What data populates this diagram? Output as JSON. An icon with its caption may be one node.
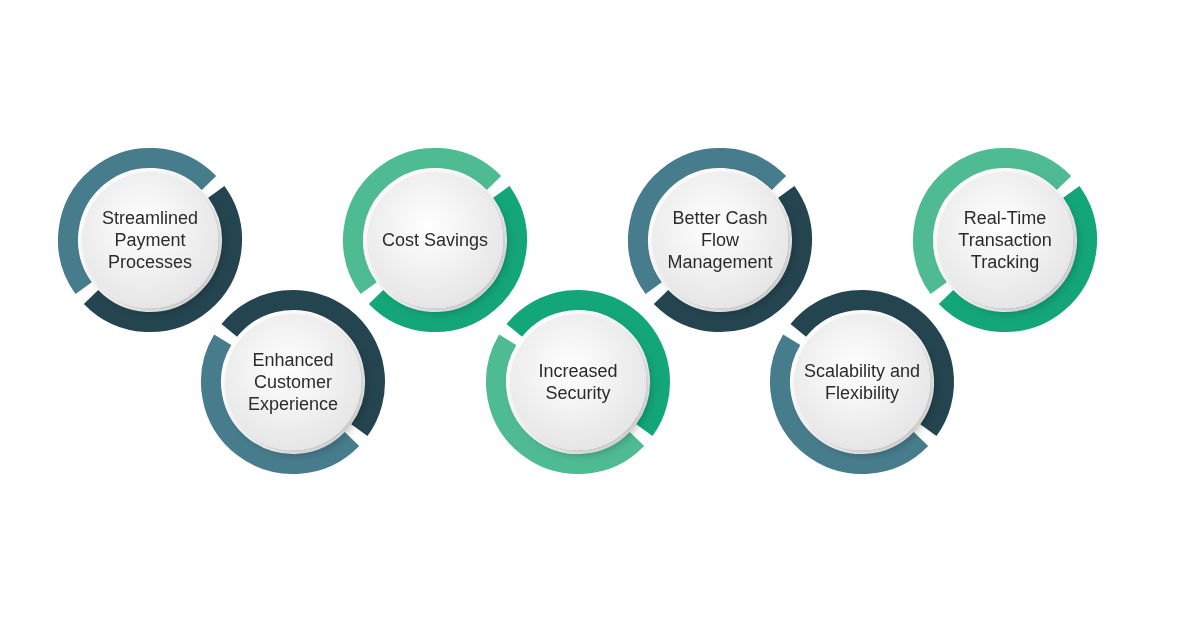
{
  "diagram": {
    "nodes": [
      {
        "text": [
          "Streamlined Payment Processes"
        ]
      },
      {
        "text": [
          "Enhanced Customer Experience"
        ]
      },
      {
        "text": [
          "Cost Savings"
        ]
      },
      {
        "text": [
          "Increased Security"
        ]
      },
      {
        "text": [
          "Better Cash Flow Management"
        ]
      },
      {
        "text": [
          "Scalability and Flexibility"
        ]
      },
      {
        "text": [
          "Real-Time Transaction Tracking"
        ]
      }
    ]
  }
}
